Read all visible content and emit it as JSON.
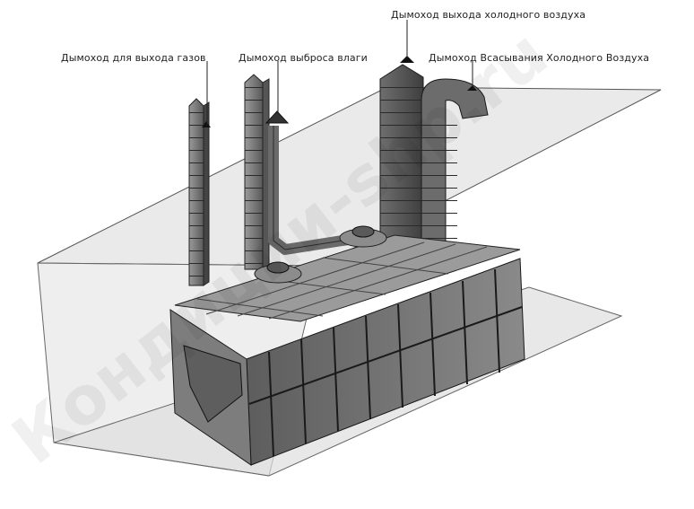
{
  "labels": {
    "cold_air_outlet": "Дымоход выхода холодного воздуха",
    "gas_outlet": "Дымоход для выхода газов",
    "moisture_exhaust": "Дымоход выброса влаги",
    "cold_air_intake": "Дымоход Всасывания Холодного Воздуха"
  },
  "watermark": "Кондиции-shp.ru",
  "colors": {
    "background": "#ffffff",
    "steel_dark": "#4a4a4a",
    "steel_mid": "#7a7a7a",
    "steel_light": "#a8a8a8",
    "glass_plane": "#cfcfcf",
    "outline": "#1f1f1f"
  }
}
